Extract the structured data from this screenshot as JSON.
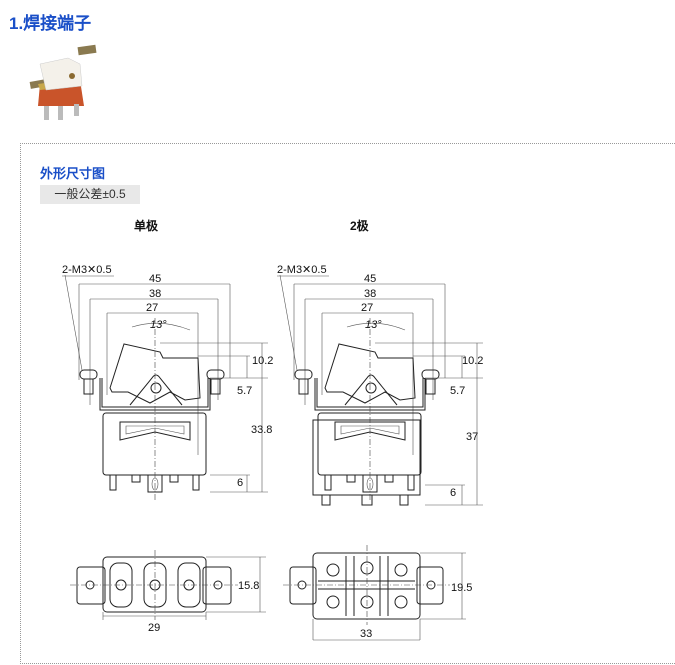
{
  "section_title": "1.焊接端子",
  "subtitle": "外形尺寸图",
  "tolerance": "一般公差±0.5",
  "single_pole": {
    "heading": "单极",
    "thread_label": "2-M3✕0.5",
    "dims": {
      "w45": "45",
      "w38": "38",
      "w27": "27",
      "angle": "13°",
      "h10_2": "10.2",
      "h5_7": "5.7",
      "h_total": "33.8",
      "h6": "6",
      "bottom_h": "15.8",
      "bottom_w": "29"
    }
  },
  "double_pole": {
    "heading": "2极",
    "thread_label": "2-M3✕0.5",
    "dims": {
      "w45": "45",
      "w38": "38",
      "w27": "27",
      "angle": "13°",
      "h10_2": "10.2",
      "h5_7": "5.7",
      "h_total": "37",
      "h6": "6",
      "bottom_h": "19.5",
      "bottom_w": "33"
    }
  }
}
